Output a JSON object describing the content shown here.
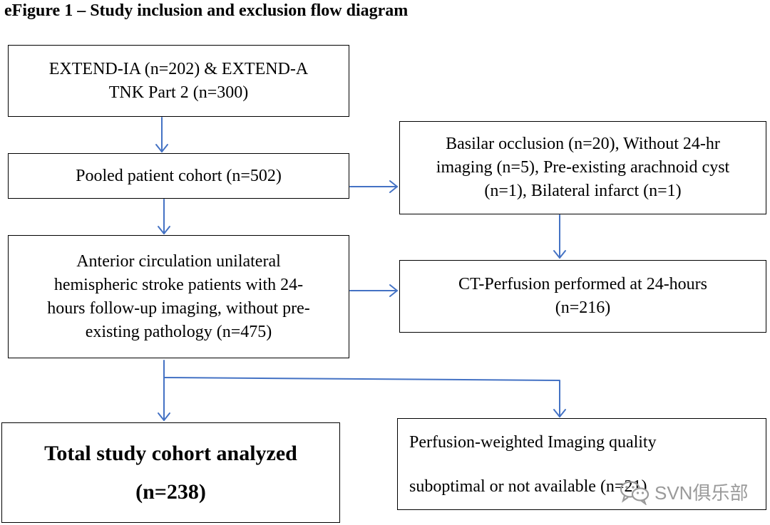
{
  "figure": {
    "title": "eFigure 1 – Study inclusion and exclusion flow diagram"
  },
  "boxes": {
    "source": {
      "lines": [
        "EXTEND-IA (n=202) & EXTEND-A",
        "TNK Part 2 (n=300)"
      ]
    },
    "pooled": {
      "lines": [
        "Pooled patient cohort (n=502)"
      ]
    },
    "excluded": {
      "lines": [
        "Basilar occlusion (n=20), Without 24-hr",
        "imaging (n=5), Pre-existing arachnoid cyst",
        "(n=1), Bilateral infarct (n=1)"
      ]
    },
    "anterior": {
      "lines": [
        "Anterior circulation unilateral",
        "hemispheric stroke patients with 24-",
        "hours follow-up imaging, without pre-",
        "existing pathology (n=475)"
      ]
    },
    "ct_perfusion": {
      "lines": [
        "CT-Perfusion performed at 24-hours",
        "(n=216)"
      ]
    },
    "total": {
      "lines": [
        "Total study cohort analyzed",
        "(n=238)"
      ]
    },
    "pwi": {
      "lines": [
        "Perfusion-weighted Imaging quality",
        "suboptimal or not available (n=21)"
      ]
    }
  },
  "watermark": {
    "text": "SVN俱乐部",
    "icon": "wechat-logo-icon"
  },
  "colors": {
    "arrow": "#4472c4",
    "border": "#000000",
    "watermark": "#9a9a9a"
  }
}
